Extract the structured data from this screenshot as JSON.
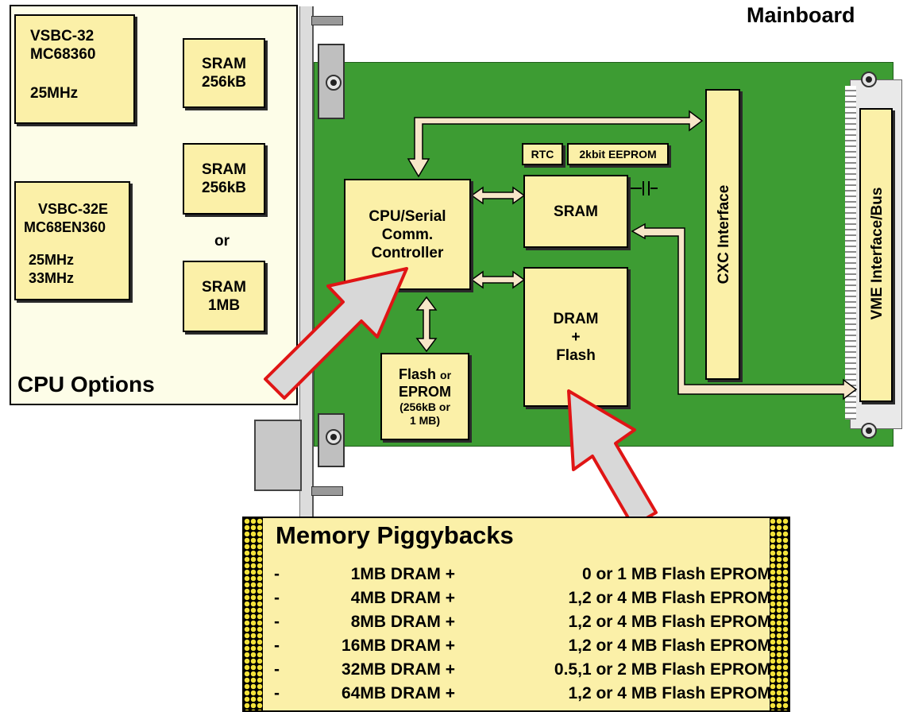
{
  "title": "Mainboard",
  "cpu_options": {
    "label": "CPU Options",
    "vsbc32": {
      "line1": "VSBC-32",
      "line2": "MC68360",
      "line3": "25MHz"
    },
    "vsbc32e": {
      "line1": "VSBC-32E",
      "line2": "MC68EN360",
      "line3": "25MHz",
      "line4": "33MHz"
    },
    "sram_a": {
      "line1": "SRAM",
      "line2": "256kB"
    },
    "sram_b": {
      "line1": "SRAM",
      "line2": "256kB"
    },
    "or": "or",
    "sram_c": {
      "line1": "SRAM",
      "line2": "1MB"
    }
  },
  "board": {
    "cpu": {
      "line1": "CPU/Serial",
      "line2": "Comm.",
      "line3": "Controller"
    },
    "rtc": "RTC",
    "eeprom": "2kbit EEPROM",
    "sram": "SRAM",
    "dram": {
      "line1": "DRAM",
      "line2": "+",
      "line3": "Flash"
    },
    "flash": {
      "line1": "Flash",
      "line1b": "or",
      "line2": "EPROM",
      "line3": "(256kB or",
      "line4": "1 MB)"
    },
    "cxc": "CXC Interface",
    "vme": "VME Interface/Bus"
  },
  "piggyback": {
    "title": "Memory Piggybacks",
    "rows": [
      {
        "dash": "-",
        "dram": "1MB DRAM +",
        "flash": "0 or 1 MB Flash EPROM"
      },
      {
        "dash": "-",
        "dram": "4MB DRAM +",
        "flash": "1,2 or 4 MB Flash EPROM"
      },
      {
        "dash": "-",
        "dram": "8MB DRAM +",
        "flash": "1,2 or 4 MB Flash EPROM"
      },
      {
        "dash": "-",
        "dram": "16MB DRAM +",
        "flash": "1,2 or 4 MB Flash EPROM"
      },
      {
        "dash": "-",
        "dram": "32MB DRAM +",
        "flash": "0.5,1 or 2 MB Flash EPROM"
      },
      {
        "dash": "-",
        "dram": "64MB DRAM +",
        "flash": "1,2 or 4 MB Flash EPROM"
      }
    ]
  },
  "colors": {
    "board": "#3d9c33",
    "box": "#fbf0a8",
    "bus_arrow": "#f7e6c8",
    "pointer_fill": "#d8d8d8",
    "pointer_stroke": "#e01515"
  }
}
